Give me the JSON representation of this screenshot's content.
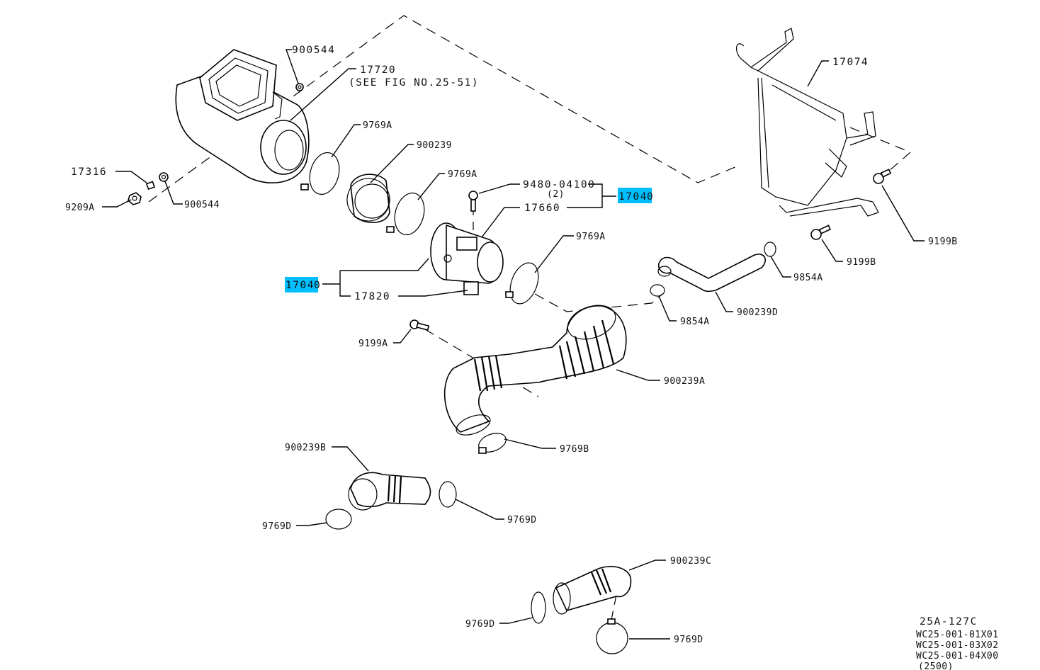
{
  "diagram": {
    "title": "Air intake parts diagram",
    "highlight_color": "#00bfff",
    "labels": {
      "p900544_top": "900544",
      "p17720": "17720",
      "p17720_note": "(SEE FIG NO.25-51)",
      "p17316": "17316",
      "p900544_bottom": "900544",
      "p9209A": "9209A",
      "p9769A_1": "9769A",
      "p900239": "900239",
      "p9769A_2": "9769A",
      "p9480": "9480-04100",
      "p9480_qty": "(2)",
      "p17660": "17660",
      "p17040_right_hl": "1704",
      "p17040_right_tail": "0",
      "p17040_left_hl": "1704",
      "p17040_left_tail": "0",
      "p17820": "17820",
      "p9769A_3": "9769A",
      "p17074": "17074",
      "p9199B_1": "9199B",
      "p9199B_2": "9199B",
      "p9854A_1": "9854A",
      "p9854A_2": "9854A",
      "p900239D": "900239D",
      "p9199A": "9199A",
      "p900239A": "900239A",
      "p900239B": "900239B",
      "p9769B": "9769B",
      "p9769D_1": "9769D",
      "p9769D_2": "9769D",
      "p900239C": "900239C",
      "p9769D_3": "9769D",
      "p9769D_4": "9769D"
    },
    "reference_block": {
      "figure_no": "25A-127C",
      "line1": "WC25-001-01X01",
      "line2": "WC25-001-03X02",
      "line3": "WC25-001-04X00",
      "line4": "(2500)"
    }
  }
}
